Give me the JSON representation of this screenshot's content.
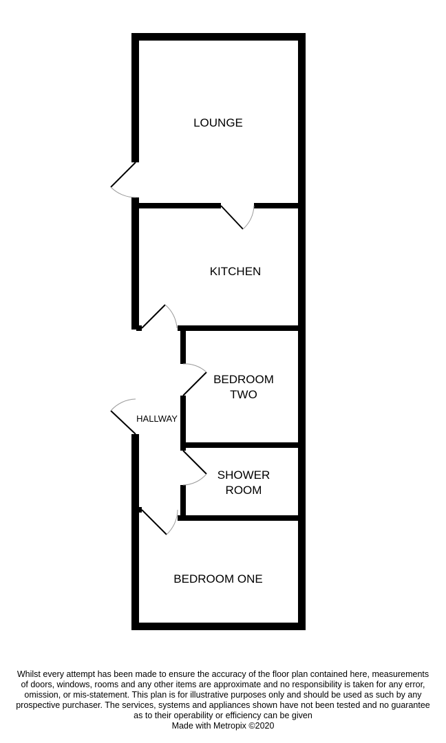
{
  "floor_plan": {
    "rooms": {
      "lounge": "LOUNGE",
      "kitchen": "KITCHEN",
      "bedroom_two": [
        "BEDROOM",
        "TWO"
      ],
      "hallway": "HALLWAY",
      "shower_room": [
        "SHOWER",
        "ROOM"
      ],
      "bedroom_one": "BEDROOM ONE"
    },
    "colors": {
      "wall": "#000000",
      "door_arc": "#999999",
      "background": "#ffffff"
    }
  },
  "disclaimer": {
    "lines": [
      "Whilst every attempt has been made to ensure the accuracy of the floor plan contained here, measurements",
      "of doors, windows, rooms and any other items are approximate and no responsibility is taken for any error,",
      "omission, or mis-statement. This plan is for illustrative purposes only and should be used as such by any",
      "prospective purchaser. The services, systems and appliances shown have not been tested and no guarantee",
      "as to their operability or efficiency can be given"
    ],
    "credit": "Made with Metropix ©2020"
  }
}
